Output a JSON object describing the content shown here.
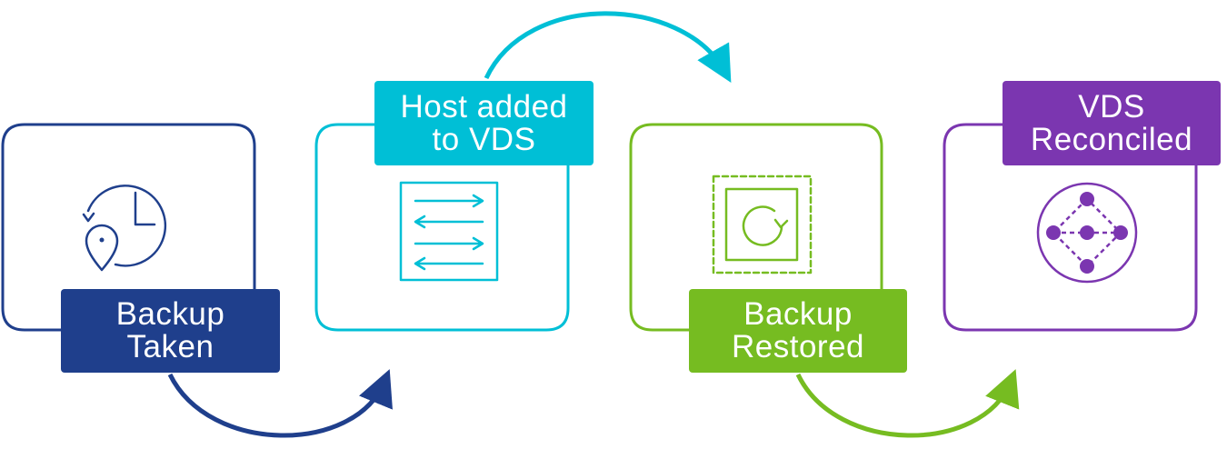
{
  "colors": {
    "step1": "#1f3f8c",
    "step2": "#00bfd6",
    "step3": "#76bc21",
    "step4": "#7b36b0"
  },
  "steps": [
    {
      "line1": "Backup",
      "line2": "Taken",
      "icon": "clock-location-icon"
    },
    {
      "line1": "Host added",
      "line2": "to VDS",
      "icon": "transfer-arrows-icon"
    },
    {
      "line1": "Backup",
      "line2": "Restored",
      "icon": "restore-cycle-icon"
    },
    {
      "line1": "VDS",
      "line2": "Reconciled",
      "icon": "network-nodes-icon"
    }
  ]
}
